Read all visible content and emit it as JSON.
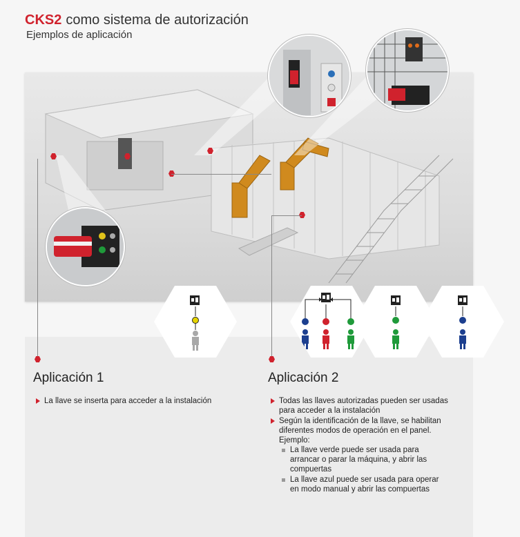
{
  "header": {
    "brand": "CKS2",
    "title": "como sistema de autorización",
    "subtitle": "Ejemplos de aplicación"
  },
  "application1": {
    "title": "Aplicación 1",
    "bullets": [
      "La llave se inserta para acceder a la instalación"
    ]
  },
  "application2": {
    "title": "Aplicación 2",
    "bullets": [
      "Todas las llaves autorizadas pueden ser usadas para acceder a la instalación",
      "Según la identificación de la llave, se habilitan diferentes modos de operación en el panel. Ejemplo:"
    ],
    "sub_bullets": [
      "La llave verde puede ser usada para arrancar o parar la máquina, y abrir las compuertas",
      "La llave azul puede ser usada para operar en modo manual y abrir las compuertas"
    ]
  },
  "colors": {
    "accent": "#d0222d",
    "key_yellow": "#e5d400",
    "key_blue": "#1c3f8f",
    "key_red": "#d0222d",
    "key_green": "#1f9a3a",
    "person_gray": "#a8a8a8"
  },
  "icons": [
    "device-icon",
    "key-icon",
    "person-icon",
    "arrow-up-icon"
  ]
}
